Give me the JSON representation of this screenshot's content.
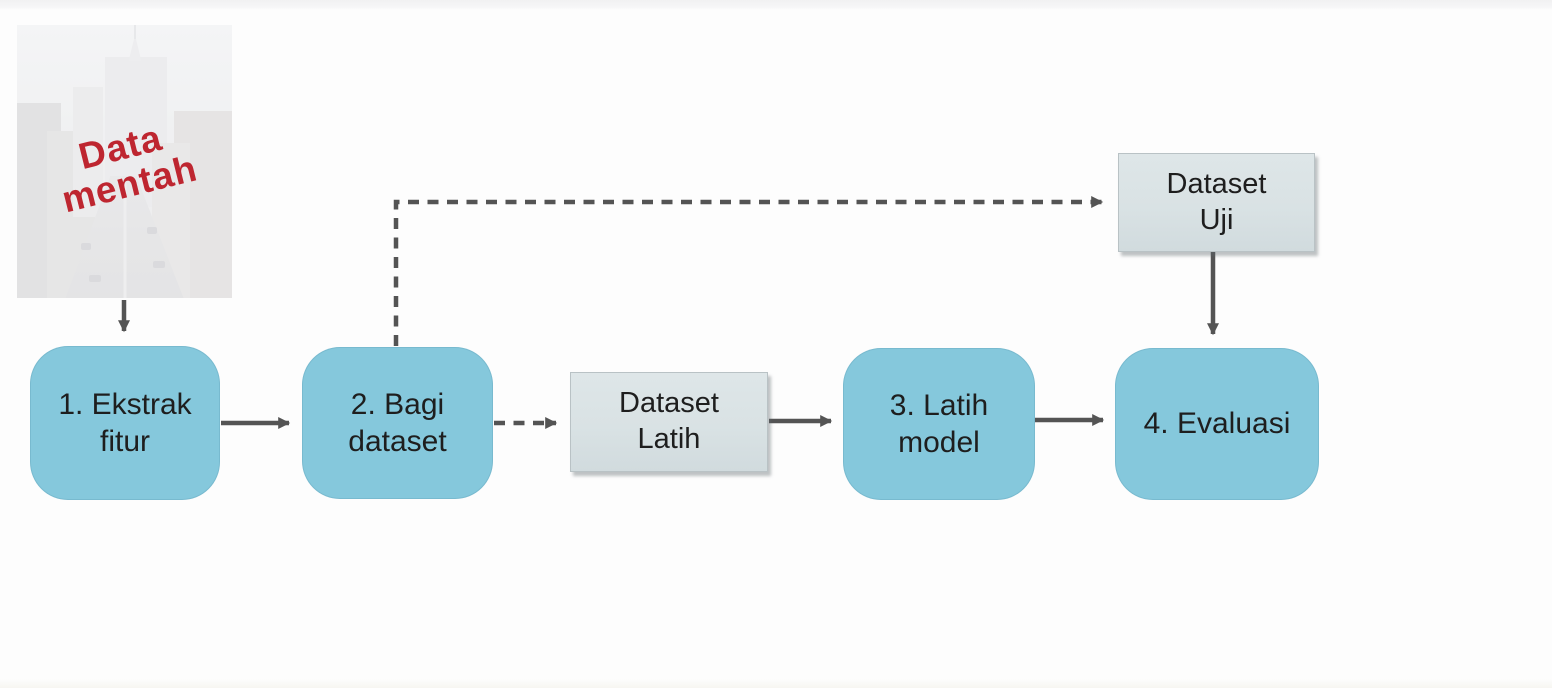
{
  "diagram": {
    "title_hint": "Machine learning pipeline flowchart (Indonesian)",
    "photo": {
      "label": "Data\nmentah",
      "description": "faded city street photograph"
    },
    "nodes": {
      "extract": {
        "label": "1. Ekstrak\nfitur",
        "type": "process"
      },
      "split": {
        "label": "2. Bagi\ndataset",
        "type": "process"
      },
      "train_set": {
        "label": "Dataset\nLatih",
        "type": "dataset"
      },
      "train": {
        "label": "3. Latih\nmodel",
        "type": "process"
      },
      "evaluate": {
        "label": "4. Evaluasi",
        "type": "process"
      },
      "test_set": {
        "label": "Dataset\nUji",
        "type": "dataset"
      }
    },
    "edges": [
      {
        "from": "photo",
        "to": "extract",
        "style": "solid"
      },
      {
        "from": "extract",
        "to": "split",
        "style": "solid"
      },
      {
        "from": "split",
        "to": "test_set",
        "style": "dashed"
      },
      {
        "from": "split",
        "to": "train_set",
        "style": "dashed"
      },
      {
        "from": "train_set",
        "to": "train",
        "style": "solid"
      },
      {
        "from": "train",
        "to": "evaluate",
        "style": "solid"
      },
      {
        "from": "test_set",
        "to": "evaluate",
        "style": "solid"
      }
    ],
    "colors": {
      "process_fill": "#85C8DC",
      "dataset_fill": "#D9E2E4",
      "arrow": "#545454",
      "label_red": "#BE2630",
      "background": "#FDFDFD"
    }
  }
}
